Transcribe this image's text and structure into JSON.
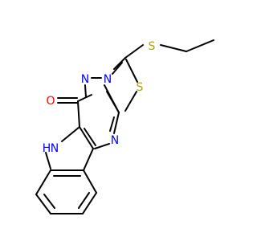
{
  "molecule": {
    "atoms": {
      "sulfur_thioether": "S",
      "sulfur_ring": "S",
      "nitrogen_azo_left": "N",
      "nitrogen_azo_right": "N",
      "nitrogen_pyrimidine": "N",
      "oxygen_carbonyl": "O",
      "nitrogen_indole": "N",
      "hydrogen_indole": "H"
    },
    "colors": {
      "bond": "#000000",
      "sulfur": "#b2a100",
      "nitrogen": "#0000ff",
      "oxygen": "#ff0000",
      "background": "#ffffff"
    }
  }
}
